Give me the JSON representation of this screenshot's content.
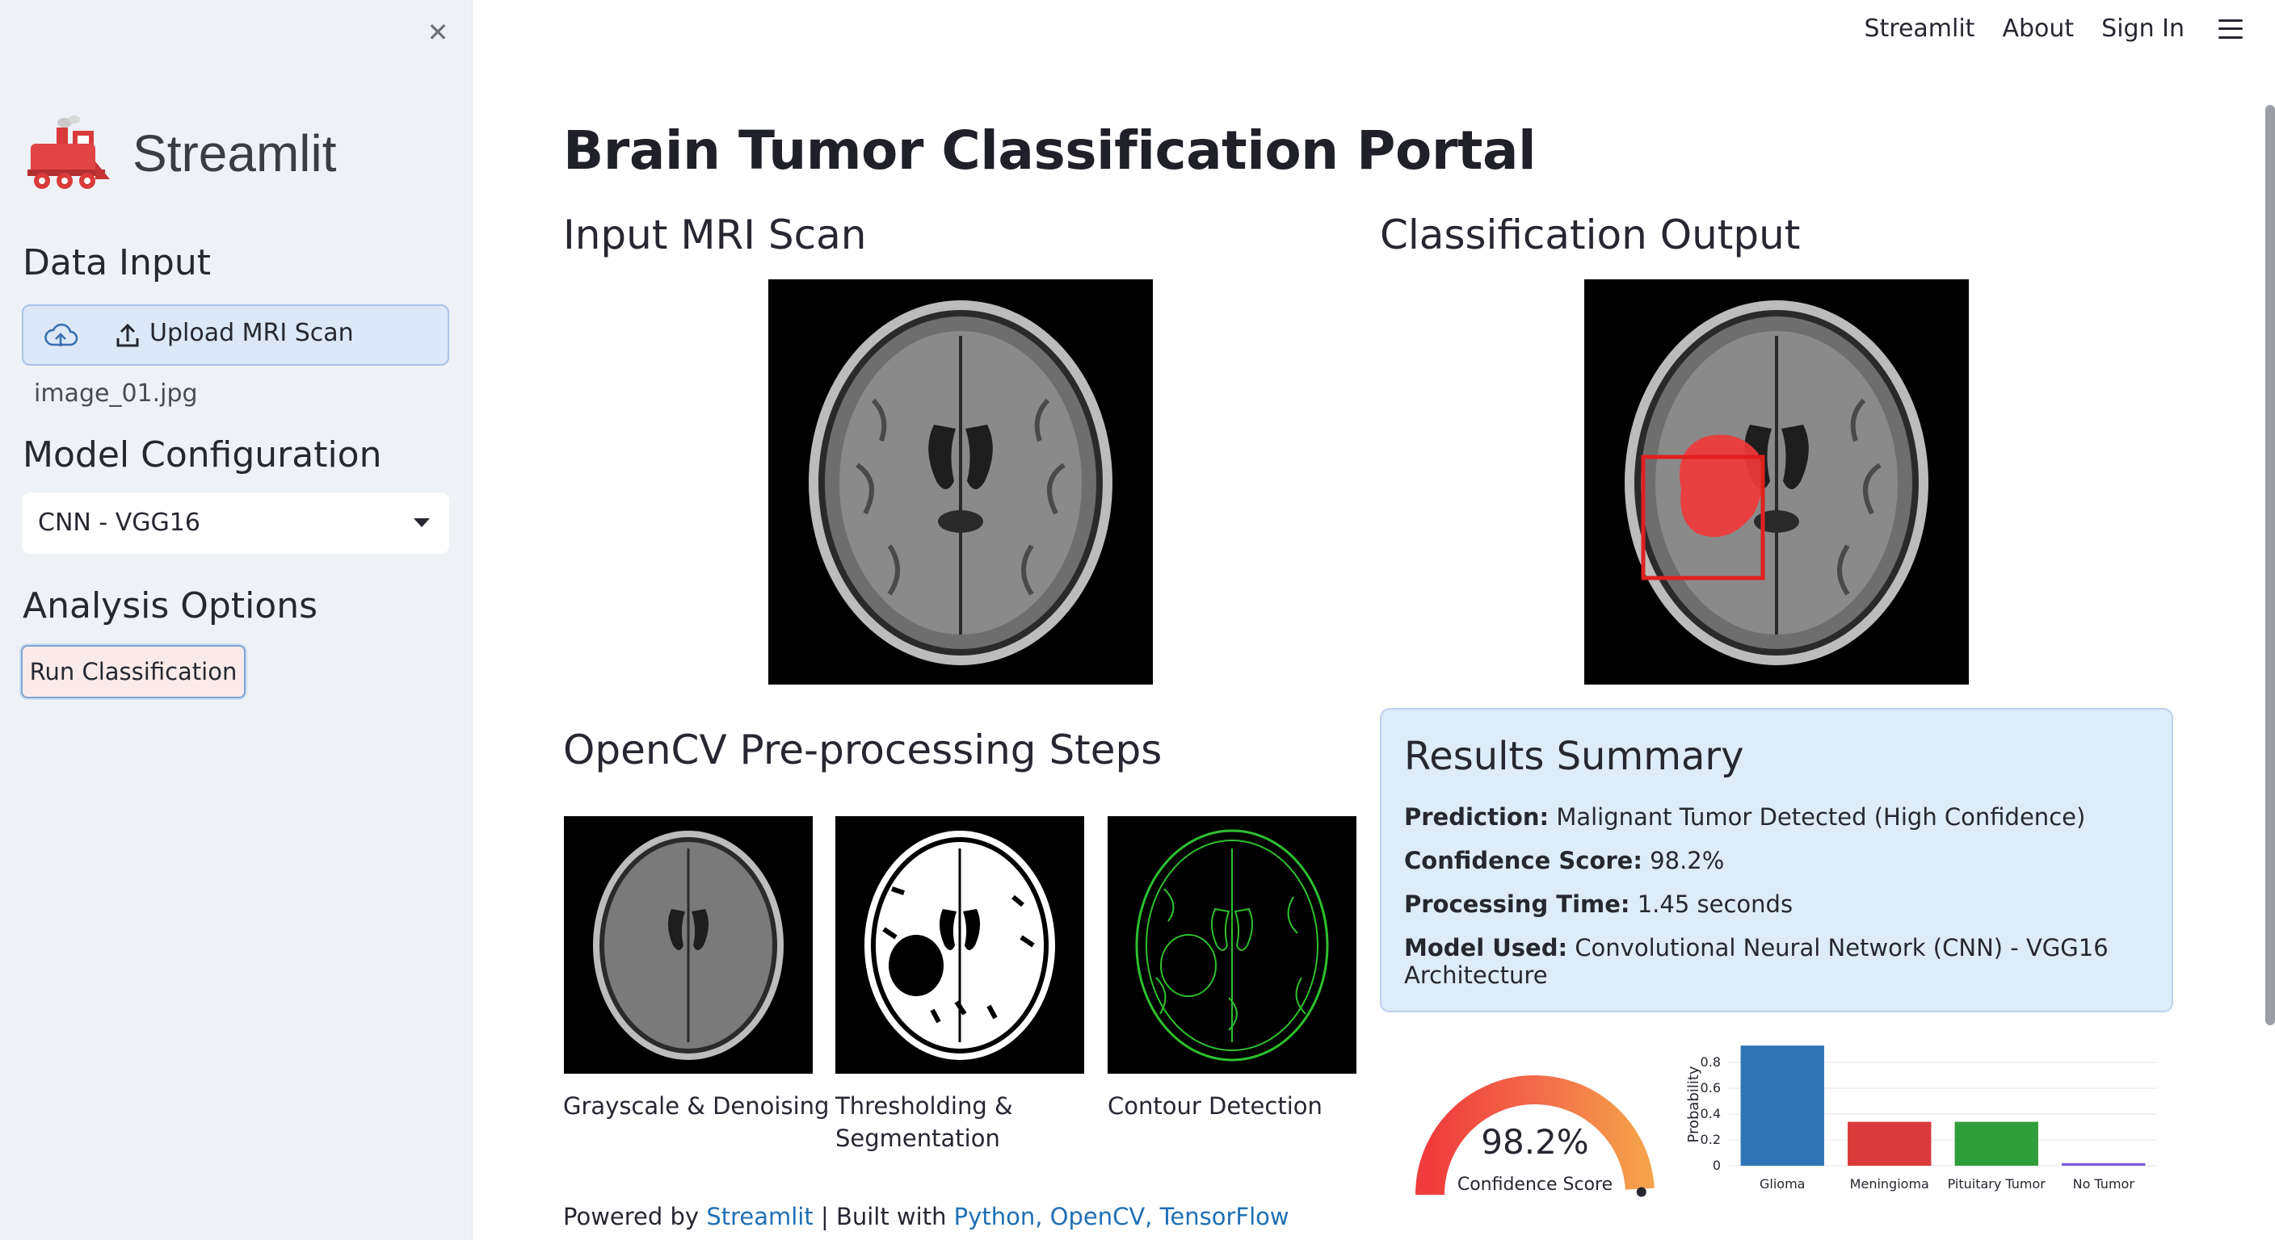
{
  "sidebar": {
    "brand": "Streamlit",
    "data_input_heading": "Data Input",
    "upload_label": "Upload MRI Scan",
    "file_name": "image_01.jpg",
    "model_heading": "Model Configuration",
    "model_selected": "CNN - VGG16",
    "analysis_heading": "Analysis Options",
    "run_label": "Run Classification"
  },
  "nav": {
    "items": [
      "Streamlit",
      "About",
      "Sign In"
    ]
  },
  "main": {
    "title": "Brain Tumor Classification Portal",
    "input_heading": "Input MRI Scan",
    "output_heading": "Classification Output",
    "preprocess_heading": "OpenCV Pre-processing Steps",
    "steps": [
      {
        "caption": "Grayscale & Denoising"
      },
      {
        "caption": "Thresholding & Segmentation"
      },
      {
        "caption": "Contour Detection"
      }
    ]
  },
  "summary": {
    "heading": "Results Summary",
    "rows": [
      {
        "label": "Prediction:",
        "value": "Malignant Tumor Detected (High Confidence)"
      },
      {
        "label": "Confidence Score:",
        "value": "98.2%"
      },
      {
        "label": "Processing Time:",
        "value": "1.45 seconds"
      },
      {
        "label": "Model Used:",
        "value": "Convolutional Neural Network (CNN) - VGG16 Architecture"
      }
    ]
  },
  "gauge": {
    "value_text": "98.2%",
    "value": 98.2,
    "label": "Confidence Score"
  },
  "chart_data": {
    "type": "bar",
    "categories": [
      "Glioma",
      "Meningioma",
      "Pituitary Tumor",
      "No Tumor"
    ],
    "values": [
      0.93,
      0.34,
      0.34,
      0.02
    ],
    "colors": [
      "#2e75b6",
      "#d93a3a",
      "#2e9e3a",
      "#7b5bd6"
    ],
    "ylabel": "Probability",
    "yticks": [
      "0",
      "0.2",
      "0.4",
      "0.6",
      "0.8"
    ],
    "ylim": [
      0,
      0.95
    ]
  },
  "footer": {
    "powered": "Powered by",
    "streamlit": "Streamlit",
    "built": "| Built with",
    "python": "Python,",
    "opencv": "OpenCV,",
    "tensorflow": "TensorFlow"
  }
}
